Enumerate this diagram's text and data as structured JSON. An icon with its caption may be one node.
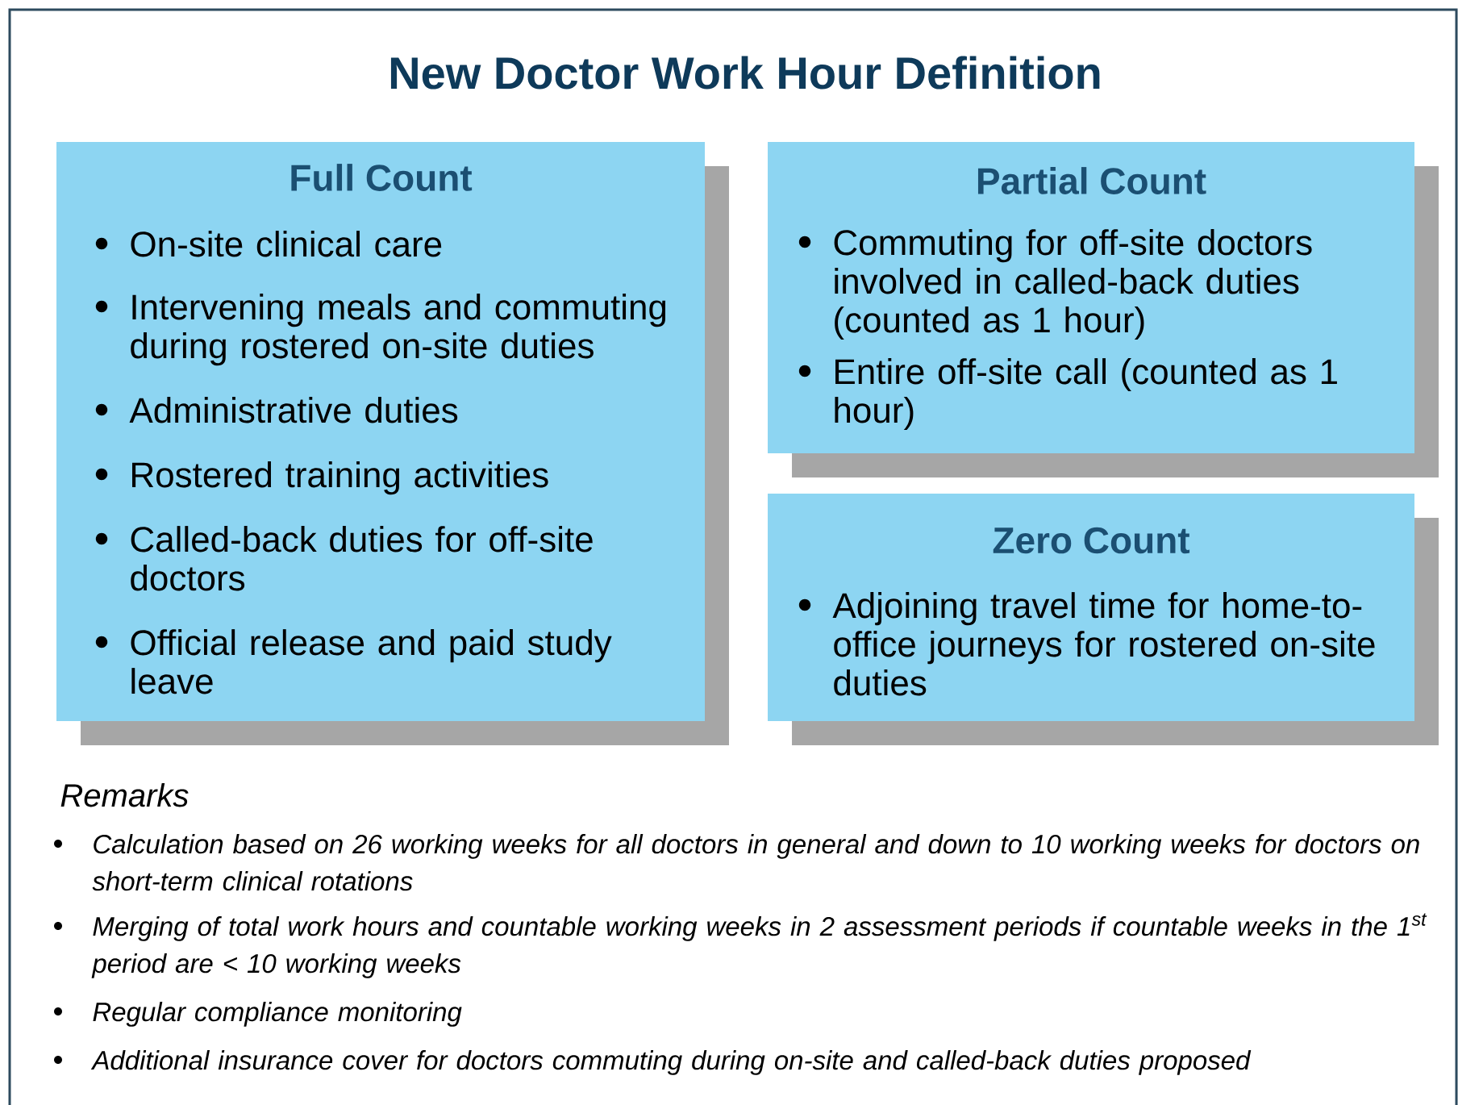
{
  "diagram": {
    "title": "New Doctor Work Hour Definition",
    "nodes": [
      {
        "text": [
          "Full Count",
          "On-site clinical care",
          "Intervening meals and commuting during rostered on-site duties",
          "Administrative duties",
          "Rostered training activities",
          "Called-back duties for off-site doctors",
          "Official release and paid study leave"
        ]
      },
      {
        "text": [
          "Partial Count",
          "Commuting for off-site doctors involved in called-back duties (counted as 1 hour)",
          "Entire off-site call (counted as 1 hour)"
        ]
      },
      {
        "text": [
          "Zero Count",
          "Adjoining travel time for home-to-office journeys for rostered on-site duties"
        ]
      }
    ],
    "labels": [
      "Remarks",
      "Calculation based on 26 working weeks for all doctors in general and down to 10 working weeks for doctors on short-term clinical rotations",
      "Merging of total work hours and countable working weeks in 2 assessment periods if countable weeks in the 1$^{st}$ period are < 10 working weeks",
      "Regular compliance monitoring",
      "Additional insurance cover for doctors commuting during on-site and called-back duties proposed"
    ]
  }
}
